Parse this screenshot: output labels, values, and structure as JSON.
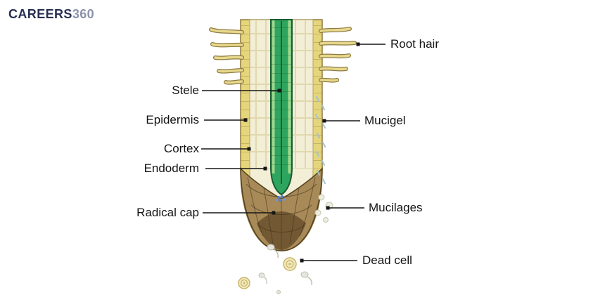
{
  "logo": {
    "brand": "CAREERS",
    "suffix": "360"
  },
  "labels": {
    "root_hair": "Root hair",
    "stele": "Stele",
    "epidermis": "Epidermis",
    "mucigel": "Mucigel",
    "cortex": "Cortex",
    "endoderm": "Endoderm",
    "radical_cap": "Radical cap",
    "mucilages": "Mucilages",
    "dead_cell": "Dead cell"
  },
  "colors": {
    "epidermis": "#e5d67c",
    "cortex": "#f3eed6",
    "stele": "#2ea55e",
    "root_cap": "#a78a58",
    "root_cap_tip": "#6f5530",
    "root_hair": "#e6d88c",
    "mucigel": "#9fc3d4",
    "mucilage": "#ececdf",
    "dead_cell": "#f2e9bc",
    "leader_line": "#161616",
    "logo_primary": "#272f52",
    "logo_secondary": "#8b93ab"
  }
}
